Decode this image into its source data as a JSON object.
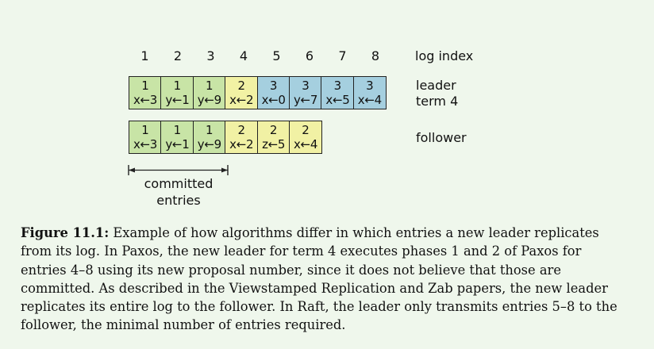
{
  "diagram": {
    "indices": [
      "1",
      "2",
      "3",
      "4",
      "5",
      "6",
      "7",
      "8"
    ],
    "index_label": "log index",
    "leader": {
      "label_line1": "leader",
      "label_line2": "term 4",
      "entries": [
        {
          "term": "1",
          "cmd": "x←3"
        },
        {
          "term": "1",
          "cmd": "y←1"
        },
        {
          "term": "1",
          "cmd": "y←9"
        },
        {
          "term": "2",
          "cmd": "x←2"
        },
        {
          "term": "3",
          "cmd": "x←0"
        },
        {
          "term": "3",
          "cmd": "y←7"
        },
        {
          "term": "3",
          "cmd": "x←5"
        },
        {
          "term": "3",
          "cmd": "x←4"
        }
      ]
    },
    "follower": {
      "label": "follower",
      "entries": [
        {
          "term": "1",
          "cmd": "x←3"
        },
        {
          "term": "1",
          "cmd": "y←1"
        },
        {
          "term": "1",
          "cmd": "y←9"
        },
        {
          "term": "2",
          "cmd": "x←2"
        },
        {
          "term": "2",
          "cmd": "z←5"
        },
        {
          "term": "2",
          "cmd": "x←4"
        }
      ]
    },
    "committed_line1": "committed",
    "committed_line2": "entries",
    "term_colors": {
      "1": "#c8e4a6",
      "2": "#f1f1a4",
      "3": "#a5cfdf"
    }
  },
  "caption": {
    "label": "Figure 11.1:",
    "text": "Example of how algorithms differ in which entries a new leader replicates from its log. In Paxos, the new leader for term 4 executes phases 1 and 2 of Paxos for entries 4–8 using its new proposal number, since it does not believe that those are committed. As described in the Viewstamped Replication and Zab papers, the new leader replicates its entire log to the follower. In Raft, the leader only transmits entries 5–8 to the follower, the minimal number of entries required."
  }
}
